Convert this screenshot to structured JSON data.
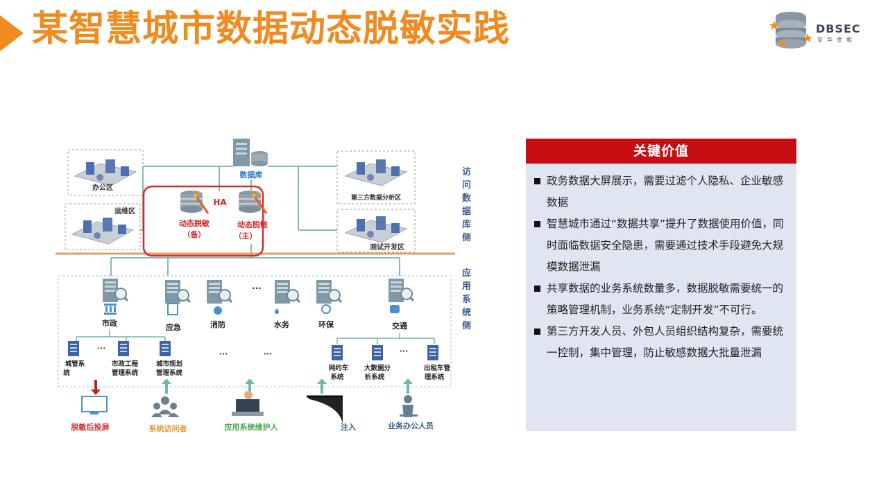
{
  "title": "某智慧城市数据动态脱敏实践",
  "logo": {
    "name": "DBSEC",
    "sub": "安华金和"
  },
  "diagram": {
    "zone_office": "办公区",
    "zone_ops": "运维区",
    "database": "数据库",
    "zone_third_party": "第三方数据分析区",
    "zone_test": "测试开发区",
    "ha": "HA",
    "mask_backup": {
      "line1": "动态脱敏",
      "line2": "（备）"
    },
    "mask_main": {
      "line1": "动态脱敏",
      "line2": "（主）"
    },
    "side_access": "访问数据库侧",
    "side_app": "应用系统侧",
    "departments": [
      "市政",
      "应急",
      "消防",
      "水务",
      "环保",
      "交通"
    ],
    "ellipsis": "···",
    "systems": [
      {
        "line1": "城管系",
        "line2": "统"
      },
      {
        "line1": "市政工程",
        "line2": "管理系统"
      },
      {
        "line1": "城市规划",
        "line2": "管理系统"
      },
      {
        "line1": "网约车",
        "line2": "系统"
      },
      {
        "line1": "大数据分",
        "line2": "析系统"
      },
      {
        "line1": "出租车管",
        "line2": "理系统"
      }
    ],
    "actors": [
      "脱敏后投屏",
      "系统访问者",
      "应用系统维护人",
      "注入",
      "业务办公人员"
    ]
  },
  "key_value": {
    "header": "关键价值",
    "items": [
      "政务数据大屏展示，需要过滤个人隐私、企业敏感数据",
      "智慧城市通过“数据共享”提升了数据使用价值，同时面临数据安全隐患，需要通过技术手段避免大规模数据泄漏",
      "共享数据的业务系统数量多，数据脱敏需要统一的策略管理机制，业务系统“定制开发”不可行。",
      "第三方开发人员、外包人员组织结构复杂，需要统一控制，集中管理，防止敏感数据大批量泄漏"
    ]
  },
  "colors": {
    "title": "#ee8c22",
    "header_bg": "#c60d12",
    "panel_bg": "#dfe5f1",
    "mask_red": "#d42a2a",
    "db_label": "#1f7bd1"
  }
}
